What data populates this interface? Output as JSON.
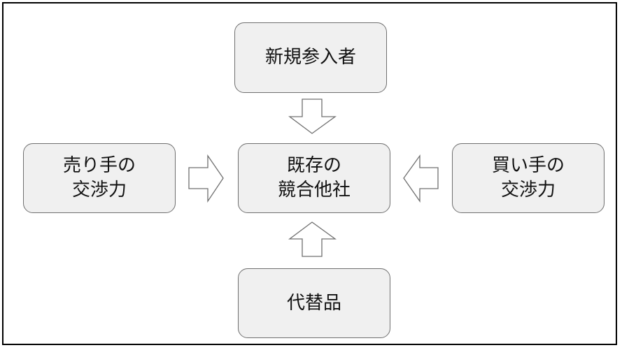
{
  "diagram": {
    "boxes": {
      "top": {
        "lines": [
          "新規参入者"
        ]
      },
      "left": {
        "lines": [
          "売り手の",
          "交渉力"
        ]
      },
      "center": {
        "lines": [
          "既存の",
          "競合他社"
        ]
      },
      "right": {
        "lines": [
          "買い手の",
          "交渉力"
        ]
      },
      "bottom": {
        "lines": [
          "代替品"
        ]
      }
    },
    "colors": {
      "box_fill": "#f0f0f0",
      "box_border": "#6f6f6f",
      "arrow_fill": "#ffffff",
      "frame_border": "#000000",
      "text": "#111111"
    }
  }
}
